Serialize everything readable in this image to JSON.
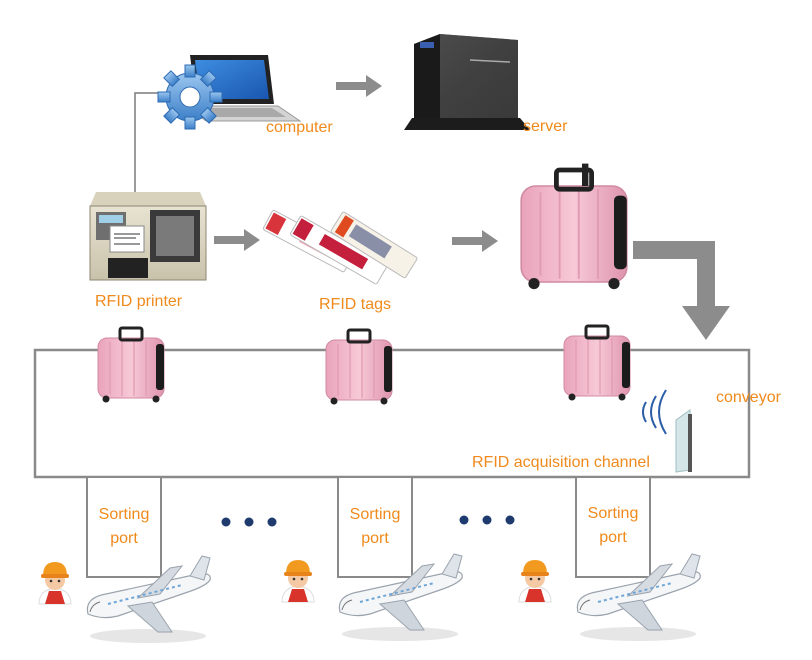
{
  "labels": {
    "computer": "computer",
    "server": "server",
    "rfid_printer": "RFID printer",
    "rfid_tags": "RFID tags",
    "conveyor": "conveyor",
    "acquisition_channel": "RFID acquisition channel"
  },
  "sorting_ports": [
    {
      "line1": "Sorting",
      "line2": "port"
    },
    {
      "line1": "Sorting",
      "line2": "port"
    },
    {
      "line1": "Sorting",
      "line2": "port"
    }
  ],
  "colors": {
    "label": "#f08a1c",
    "arrow": "#8c8c8c",
    "line": "#8a8a8a",
    "suitcase": "#f2b8cb",
    "dots": "#1f3b6e"
  },
  "icons": [
    "gear-icon",
    "laptop-icon",
    "server-icon",
    "printer-icon",
    "rfid-tags-icon",
    "suitcase-icon",
    "antenna-icon",
    "worker-icon",
    "airplane-icon"
  ]
}
